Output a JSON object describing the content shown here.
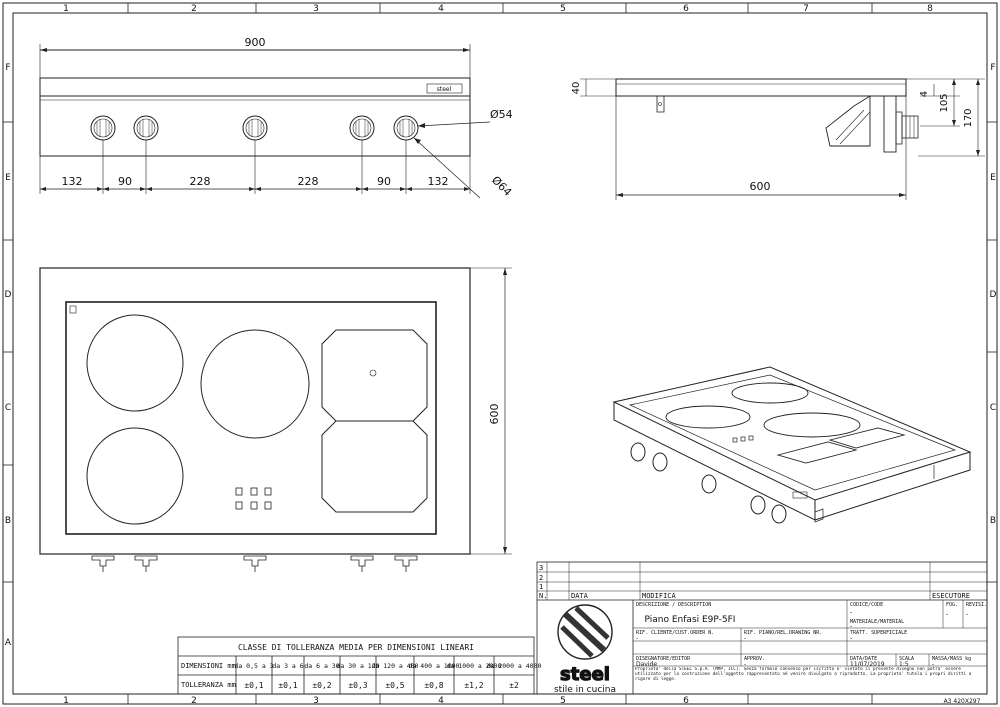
{
  "frame": {
    "columns": [
      "1",
      "2",
      "3",
      "4",
      "5",
      "6",
      "7",
      "8"
    ],
    "rows": [
      "F",
      "E",
      "D",
      "C",
      "B",
      "A"
    ]
  },
  "front_view": {
    "overall_width": "900",
    "spacings": [
      "132",
      "90",
      "228",
      "228",
      "90",
      "132"
    ],
    "knob_diameter": "Ø54",
    "knob_outer_diameter": "Ø64",
    "logo_text": "steel"
  },
  "side_view": {
    "top_thickness": "40",
    "depth": "600",
    "dims": [
      "4",
      "105",
      "170"
    ]
  },
  "top_view": {
    "depth": "600"
  },
  "tolerance_table": {
    "title": "CLASSE DI TOLLERANZA MEDIA PER DIMENSIONI LINEARI",
    "row1_label": "DIMENSIONI mm",
    "row2_label": "TOLLERANZA mm",
    "ranges": [
      "da 0,5 a 3",
      "da 3 a 6",
      "da 6 a 30",
      "da 30 a 120",
      "da 120 a 400",
      "da 400 a 1000",
      "da 1000 a 2000",
      "da 2000 a 4000"
    ],
    "tolerances": [
      "±0,1",
      "±0,1",
      "±0,2",
      "±0,3",
      "±0,5",
      "±0,8",
      "±1,2",
      "±2"
    ]
  },
  "title_block": {
    "revisions": [
      "3",
      "2",
      "1"
    ],
    "rev_headers": {
      "n": "N.",
      "data": "DATA",
      "modifica": "MODIFICA",
      "esecutore": "ESECUTORE"
    },
    "descr_label": "DESCRIZIONE / DESCRIPTION",
    "description": "Piano Enfasi E9P-5FI",
    "codice_label": "CODICE/CODE",
    "codice": "-",
    "fog_label": "FOG.",
    "fog": "-",
    "rev_label": "REVISI.",
    "rev": "-",
    "materiale_label": "MATERIALE/MATERIAL",
    "materiale": "-",
    "rif_label": "RIF. CLIENTE/CUST.ORDER N.",
    "rif": "-",
    "rif2_label": "RIF. PIANO/REL.DRAWING NR.",
    "rif2": "-",
    "tratt_label": "TRATT. SUPERFICIALE",
    "tratt": "-",
    "disegnatore_label": "DISEGNATORE/EDITOR",
    "disegnatore": "Davide",
    "approv_label": "APPROV.",
    "approv": "-",
    "data_label": "DATA/DATE",
    "data": "11/07/2019",
    "scala_label": "SCALA",
    "scala": "1:5",
    "massa_label": "MASSA/MASS kg",
    "massa": "-",
    "notice": "Proprieta' della STEEL S.p.A. (MMP, ICC). Senza formale consenso per iscritto e' vietato il presente disegno non potra' essere utilizzato per la costruzione dell'oggetto rappresentato nè venire divulgato a riprodotto. La proprieta' tutela i propri diritti a rigore di legge.",
    "format": "A3 420X297",
    "brand": "steel",
    "brand_tagline": "stile in cucina"
  }
}
